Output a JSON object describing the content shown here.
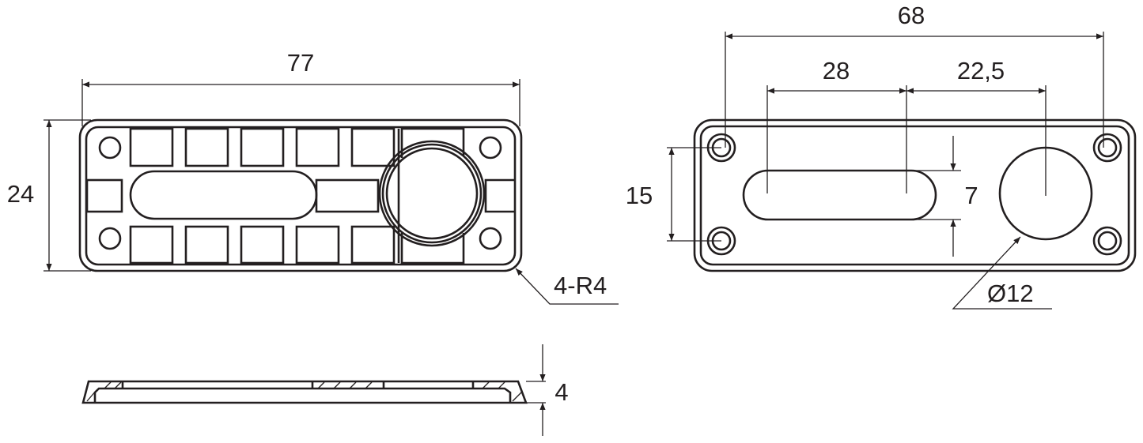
{
  "top_view": {
    "width_dim": "77",
    "height_dim": "24",
    "radius_note": "4-R4"
  },
  "bottom_view": {
    "span_dim": "68",
    "slot_dim": "28",
    "offset_dim": "22,5",
    "hole_spacing_dim": "15",
    "slot_width_dim": "7",
    "diameter_dim": "Ø12"
  },
  "side_view": {
    "thickness_dim": "4"
  },
  "colors": {
    "line": "#231f20",
    "background": "#ffffff"
  }
}
